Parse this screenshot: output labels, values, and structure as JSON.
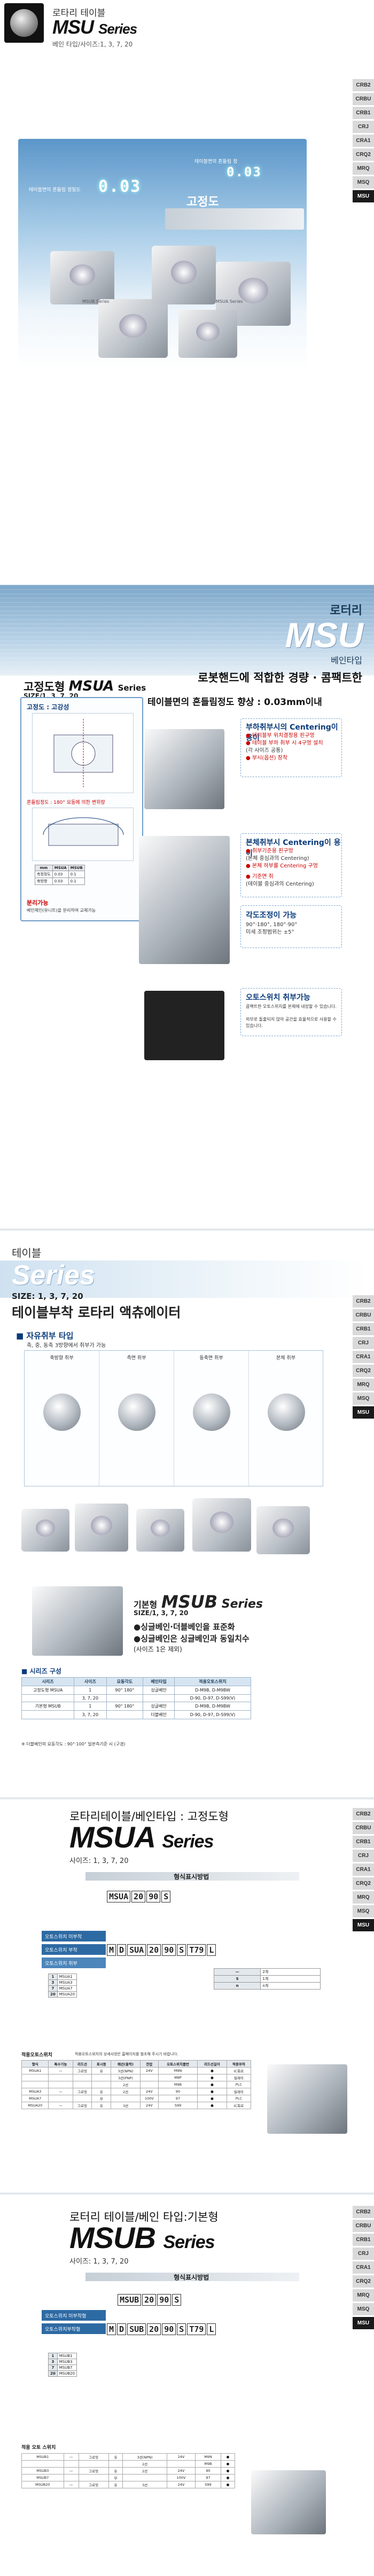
{
  "sidetabs": [
    "CRB2",
    "CRBU",
    "CRB1",
    "CRJ",
    "CRA1",
    "CRQ2",
    "MRQ",
    "MSQ",
    "MSU"
  ],
  "sidetabs_active": "MSU",
  "section1": {
    "category": "로타리 테이블",
    "model": "MSU",
    "model_suffix": "Series",
    "subtitle": "베인 타입/사이즈:1, 3, 7, 20",
    "hero": {
      "label_left": "테이블면의 흔들림 정밀도",
      "readout_left": "0.03",
      "label_right": "테이블면의 흔들림 정",
      "readout_right": "0.03",
      "fixed_label": "고정도",
      "caption_left": "MSUB Series",
      "caption_right": "MSUA Series"
    }
  },
  "section2": {
    "category": "로터리",
    "model": "MSU",
    "type": "베인타입",
    "tagline": "로봇핸드에 적합한 경량 · 콤팩트한",
    "series_prefix": "고정도형",
    "series_name": "MSUA",
    "series_suffix": "Series",
    "sizes": "SIZE/1, 3, 7, 20",
    "spec": "테이블면의 흔들림정도 향상 : 0.03mm이내",
    "boxA": {
      "title": "고정도 : 고강성",
      "accuracy_label": "흔들림정도 : 180° 요동에 의한 변위량",
      "unit": "mm",
      "col1": "MSUA",
      "col2": "MSUB",
      "row1_label": "측정정도",
      "row1_v1": "0.03",
      "row1_v2": "0.1",
      "row2_label": "축방향",
      "row2_v1": "0.03",
      "row2_v2": "0.1",
      "separate_title": "분리가능",
      "separate_text": "베인체인(유니트)을 분리하여 교체가능"
    },
    "callouts": {
      "c1_title": "부하취부시의 Centering이 용이",
      "c1_l1": "● 테이블부 위치결정용 핀구멍",
      "c1_l2": "● 테이블 부하 취부 시 4구멍 설치",
      "c1_l3": "  (각 사이즈 공통)",
      "c1_l4": "● 부시(옵션) 장착",
      "c2_title": "본체취부시 Centering이 용이",
      "c2_l1": "● 취부기준용 핀구멍",
      "c2_l2": "(본체 중심과의 Centering)",
      "c2_l3": "● 본체 하부를 Centering 구멍",
      "c2_l4": "● 기준면 취",
      "c2_l5": "(테이블 중심과의 Centering)",
      "c3_title": "각도조정이 가능",
      "c3_l1": "90°·180°, 180°·90°",
      "c3_l2": "미세 조정범위는 ±5°",
      "c4_title": "오토스위치 취부가능",
      "c4_l1": "콤팩트한 오토스위치를 본체에 내장할 수 있습니다.",
      "c4_l2": "외부로 돌출되지 않아 공간을 효율적으로 사용할 수 있습니다."
    }
  },
  "section3": {
    "category": "테이블",
    "series_word": "Series",
    "sizes": "SIZE: 1, 3, 7, 20",
    "title": "테이블부착 로타리 액츄에이터",
    "subhead": "■ 자유취부 타입",
    "subhead_note": "축, 중, 동축 3방향에서 취부가 가능",
    "columns": [
      "축방향 취부",
      "측면 취부",
      "동축면 취부",
      "본체 취부"
    ],
    "seriesB_prefix": "기본형",
    "seriesB_name": "MSUB",
    "seriesB_suffix": "Series",
    "seriesB_sizes": "SIZE/1, 3, 7, 20",
    "bullet1": "●싱글베인·더블베인을 표준화",
    "bullet2": "●싱글베인은 싱글베인과 동일치수",
    "bullet3": "  (사이즈 1은 제외)",
    "compose_title": "■ 시리즈 구성",
    "table": {
      "headers": [
        "시리즈",
        "사이즈",
        "요동각도",
        "베인타입",
        "적용오토스위치"
      ],
      "rows": [
        [
          "고정도형 MSUA",
          "1",
          "90° 180°",
          "싱글베인",
          "D-M9B, D-M9BW"
        ],
        [
          "",
          "3, 7, 20",
          "",
          "",
          "D-90, D-97, D-S99(V)"
        ],
        [
          "기본형 MSUB",
          "1",
          "90° 180°",
          "싱글베인",
          "D-M9B, D-M9BW"
        ],
        [
          "",
          "3, 7, 20",
          "",
          "더블베인",
          "D-90, D-97, D-S99(V)"
        ]
      ],
      "note": "※ 더블베인의 요동각도 : 90°·100° 일본측기준 시 (구경)"
    }
  },
  "section4": {
    "header": "로타리테이블/베인타입 : 고정도형",
    "model": "MSUA",
    "model_suffix": "Series",
    "sizes": "사이즈: 1, 3, 7, 20",
    "howto": "형식표시방법",
    "code1": [
      "MSUA",
      "20",
      "90",
      "S"
    ],
    "code2": [
      "M",
      "D",
      "SUA",
      "20",
      "90",
      "S",
      "T79",
      "L"
    ],
    "tag1": "오토스위치 미부착",
    "tag2": "오토스위치 부착",
    "tag3": "오토스위치 취부",
    "table_title": "적용오토스위치",
    "table_note": "적용오토스위치의 상세사양은 홈페이지를 참조해 주시기 바랍니다.",
    "headers": [
      "형식",
      "특수기능",
      "리드선",
      "표시등",
      "배선(출력)",
      "전압",
      "오토스위치품번",
      "리드선길이",
      "적용부하"
    ],
    "rows": [
      [
        "MSUA1",
        "—",
        "그로밋",
        "유",
        "3선(NPN)",
        "24V",
        "M9N",
        "●",
        "IC회로"
      ],
      [
        "",
        "",
        "",
        "",
        "3선(PNP)",
        "",
        "M9P",
        "●",
        "릴레이"
      ],
      [
        "",
        "",
        "",
        "",
        "2선",
        "",
        "M9B",
        "●",
        "PLC"
      ],
      [
        "MSUA3",
        "—",
        "그로밋",
        "유",
        "2선",
        "24V",
        "90",
        "●",
        "릴레이"
      ],
      [
        "MSUA7",
        "",
        "",
        "무",
        "",
        "100V",
        "97",
        "●",
        "PLC"
      ],
      [
        "MSUA20",
        "—",
        "그로밋",
        "유",
        "3선",
        "24V",
        "S99",
        "●",
        "IC회로"
      ]
    ]
  },
  "section5": {
    "header": "로터리 테이블/베인 타입:기본형",
    "model": "MSUB",
    "model_suffix": "Series",
    "sizes": "사이즈: 1, 3, 7, 20",
    "howto": "형식표시방법",
    "code1": [
      "MSUB",
      "20",
      "90",
      "S"
    ],
    "code2": [
      "M",
      "D",
      "SUB",
      "20",
      "90",
      "S",
      "T79",
      "L"
    ],
    "tag1": "오토스위치 미부착형",
    "tag2": "오토스위치부착형",
    "table_title": "적용 오토 스위치",
    "rows": [
      [
        "MSUB1",
        "—",
        "그로밋",
        "유",
        "3선(NPN)",
        "24V",
        "M9N",
        "●"
      ],
      [
        "",
        "",
        "",
        "",
        "2선",
        "",
        "M9B",
        "●"
      ],
      [
        "MSUB3",
        "—",
        "그로밋",
        "유",
        "2선",
        "24V",
        "90",
        "●"
      ],
      [
        "MSUB7",
        "",
        "",
        "무",
        "",
        "100V",
        "97",
        "●"
      ],
      [
        "MSUB20",
        "—",
        "그로밋",
        "유",
        "3선",
        "24V",
        "S99",
        "●"
      ]
    ]
  }
}
